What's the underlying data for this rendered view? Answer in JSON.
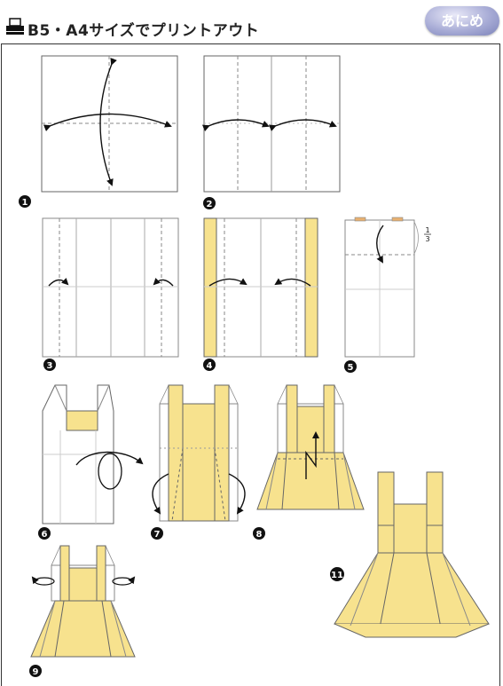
{
  "header": {
    "print_label": "B5・A4サイズでプリントアウト",
    "badge_label": "あにめ"
  },
  "colors": {
    "paper_yellow": "#f7e28e",
    "paper_white": "#ffffff",
    "outline": "#666666",
    "crease": "#888888",
    "arrow": "#111111"
  },
  "steps": [
    "1",
    "2",
    "3",
    "4",
    "5",
    "6",
    "7",
    "8",
    "9",
    "11"
  ],
  "fraction": {
    "numerator": "1",
    "denominator": "3"
  }
}
